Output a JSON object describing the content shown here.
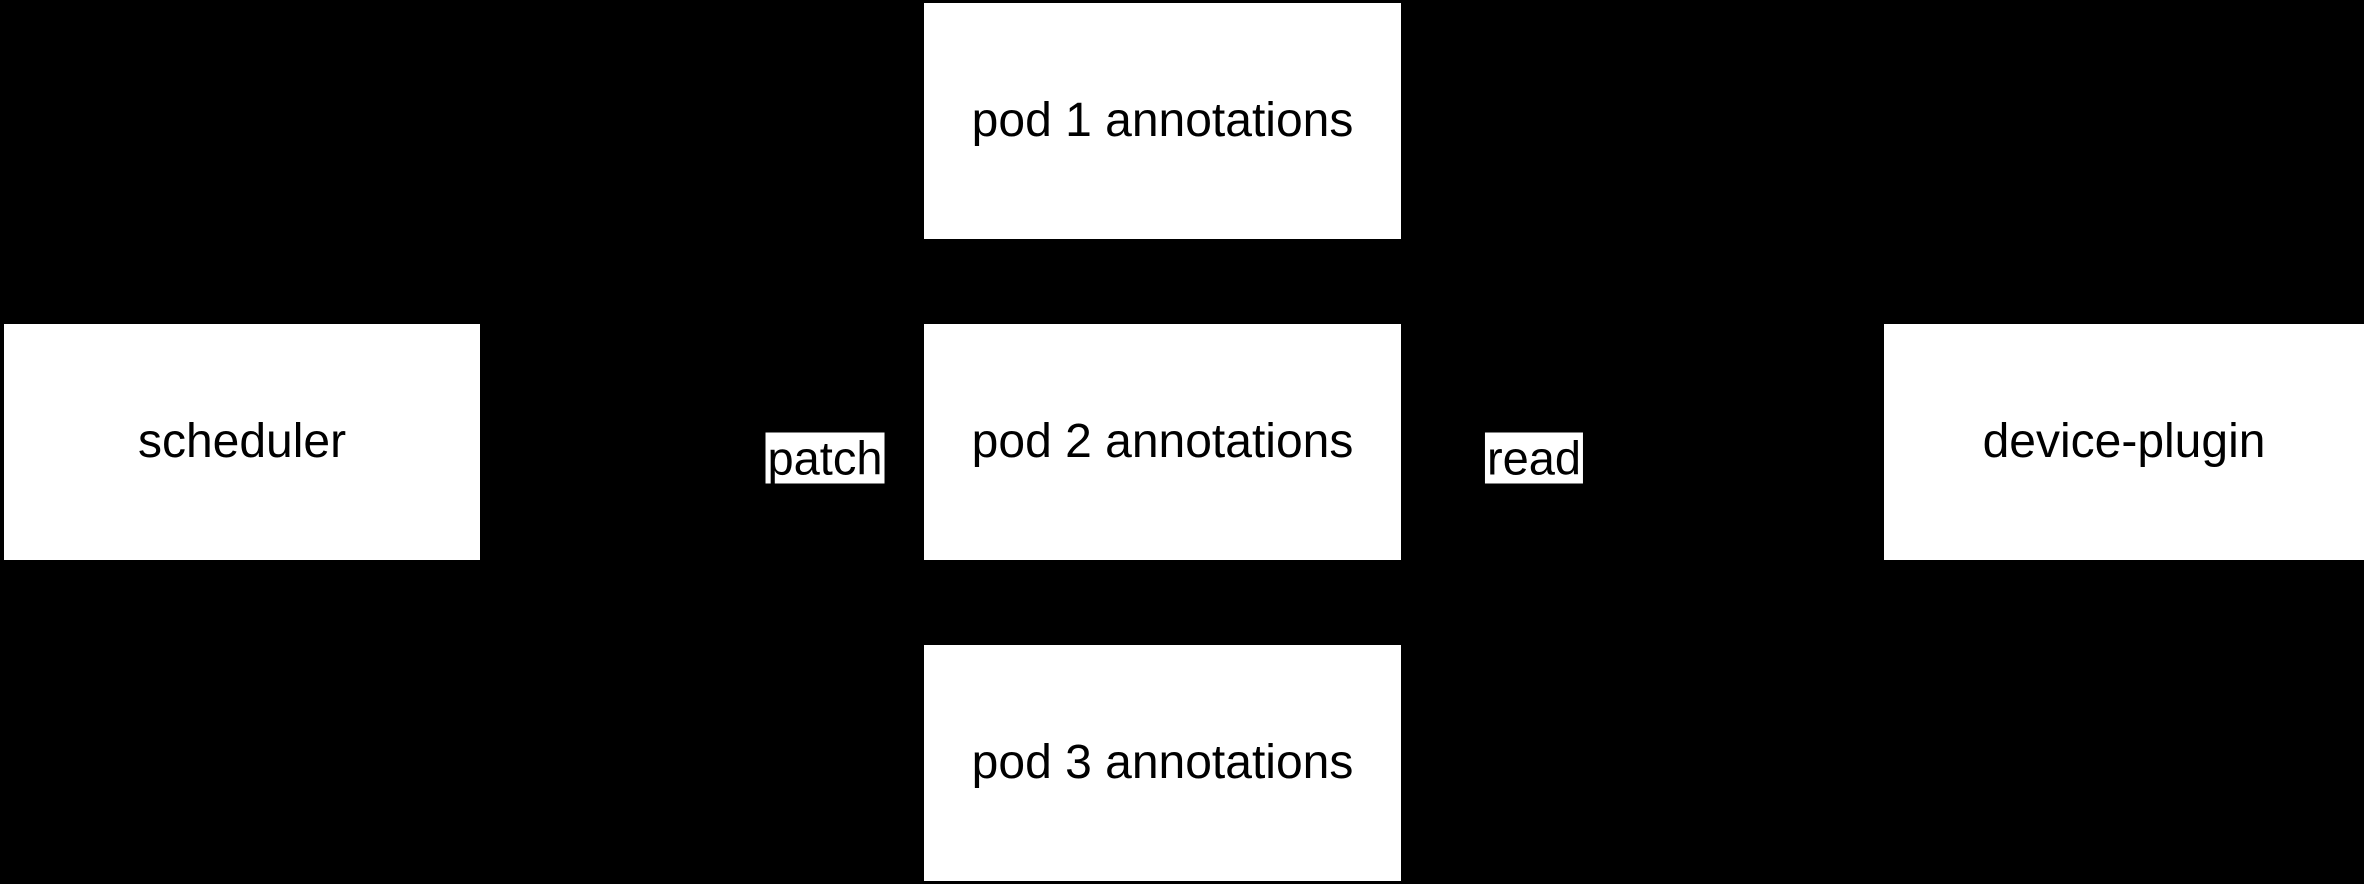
{
  "diagram": {
    "type": "flow-diagram",
    "background_color": "#000000",
    "node_fill_color": "#ffffff",
    "text_color": "#000000",
    "nodes": {
      "scheduler": {
        "label": "scheduler"
      },
      "pod1": {
        "label": "pod 1 annotations"
      },
      "pod2": {
        "label": "pod 2 annotations"
      },
      "pod3": {
        "label": "pod 3 annotations"
      },
      "device_plugin": {
        "label": "device-plugin"
      }
    },
    "edge_labels": {
      "patch": {
        "label": "patch"
      },
      "read": {
        "label": "read"
      }
    }
  }
}
